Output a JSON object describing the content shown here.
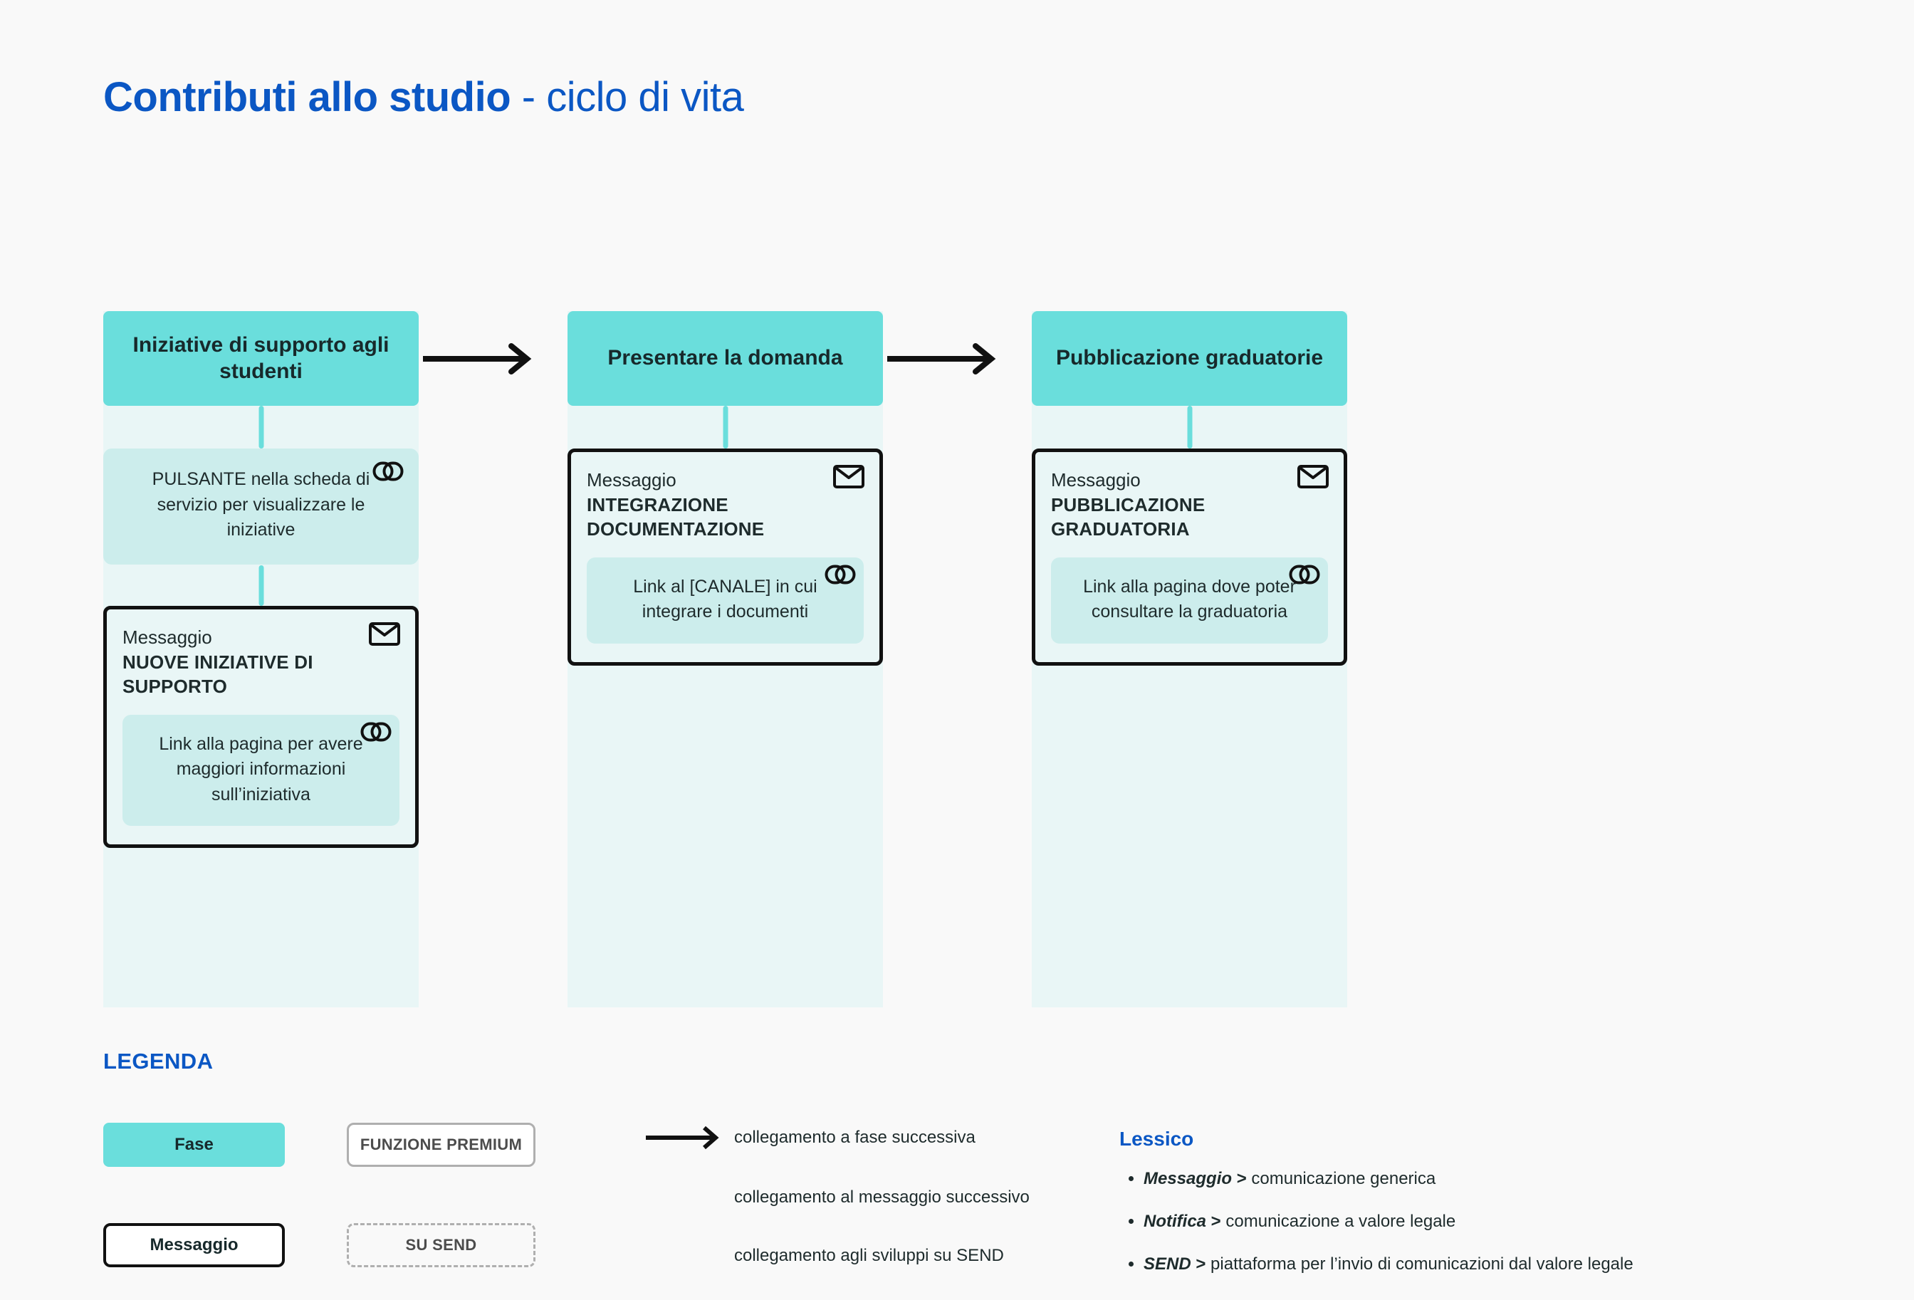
{
  "header": {
    "title_strong": "Contributi allo studio",
    "title_light": " - ciclo di vita"
  },
  "flow": {
    "columns": [
      {
        "phase_label": "Iniziative di supporto agli studenti",
        "info_card": {
          "text": "PULSANTE nella scheda di servizio per visualizzare le iniziative",
          "icon": "link-icon"
        },
        "message_card": {
          "kicker": "Messaggio",
          "title": "NUOVE INIZIATIVE DI SUPPORTO",
          "icon": "envelope-icon",
          "nested_link": {
            "text": "Link alla pagina per avere maggiori informazioni sull’iniziativa",
            "icon": "link-icon"
          }
        }
      },
      {
        "phase_label": "Presentare la domanda",
        "message_card": {
          "kicker": "Messaggio",
          "title": "INTEGRAZIONE DOCUMENTAZIONE",
          "icon": "envelope-icon",
          "nested_link": {
            "text": "Link al [CANALE] in cui integrare i documenti",
            "icon": "link-icon"
          }
        }
      },
      {
        "phase_label": "Pubblicazione graduatorie",
        "message_card": {
          "kicker": "Messaggio",
          "title": "PUBBLICAZIONE GRADUATORIA",
          "icon": "envelope-icon",
          "nested_link": {
            "text": "Link alla pagina dove poter consultare la graduatoria",
            "icon": "link-icon"
          }
        }
      }
    ],
    "arrows": [
      {
        "name": "arrow-phase-1-to-2",
        "icon": "arrow-right-icon"
      },
      {
        "name": "arrow-phase-2-to-3",
        "icon": "arrow-right-icon"
      }
    ]
  },
  "legend": {
    "title": "LEGENDA",
    "chips": {
      "fase": "Fase",
      "messaggio": "Messaggio",
      "funzione_premium": "FUNZIONE PREMIUM",
      "su_send": "SU SEND"
    },
    "lines": [
      {
        "icon": "arrow-right-icon",
        "label": "collegamento a fase successiva"
      },
      {
        "icon": "teal-line-icon",
        "label": "collegamento al messaggio successivo"
      },
      {
        "icon": "dotted-line-icon",
        "label": "collegamento agli sviluppi su SEND"
      }
    ]
  },
  "lessico": {
    "title": "Lessico",
    "items": [
      {
        "term": "Messaggio",
        "sep": " > ",
        "definition": "comunicazione generica"
      },
      {
        "term": "Notifica",
        "sep": " > ",
        "definition": "comunicazione a valore legale"
      },
      {
        "term": "SEND",
        "sep": " > ",
        "definition": "piattaforma per  l’invio di comunicazioni dal valore legale"
      }
    ]
  },
  "colors": {
    "brand_blue": "#0B57C4",
    "phase_teal": "#6ADEDC",
    "column_bg": "#E9F6F6",
    "card_teal": "#CCEDEC",
    "page_bg": "#f9f9f9",
    "outline_black": "#111111",
    "muted_grey": "#AFAFAF"
  }
}
